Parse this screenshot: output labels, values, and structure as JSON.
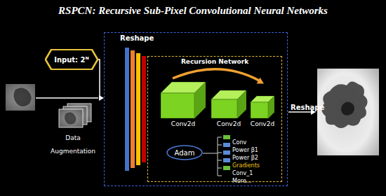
{
  "diagram": {
    "title": "RSPCN: Recursive Sub-Pixel Convolutional Neural Networks",
    "nodes": [
      {
        "text": [
          "Input: 2ᴺ"
        ]
      },
      {
        "text": [
          "Reshape"
        ]
      },
      {
        "text": [
          "Recursion Network"
        ],
        "in": 1
      },
      {
        "text": [
          "Conv2d"
        ],
        "in": 2
      },
      {
        "text": [
          "Conv2d"
        ],
        "in": 2
      },
      {
        "text": [
          "Conv2d"
        ],
        "in": 2
      },
      {
        "text": [
          "Adam"
        ],
        "in": 2
      }
    ],
    "edges": [
      {
        "from": 0,
        "to": 1,
        "arrow": "to"
      }
    ],
    "labels": [
      "Data Augmentation",
      "Conv",
      "Power β1",
      "Power β2",
      "Gradients",
      "Conv_1",
      "More...",
      "Reshape"
    ]
  }
}
